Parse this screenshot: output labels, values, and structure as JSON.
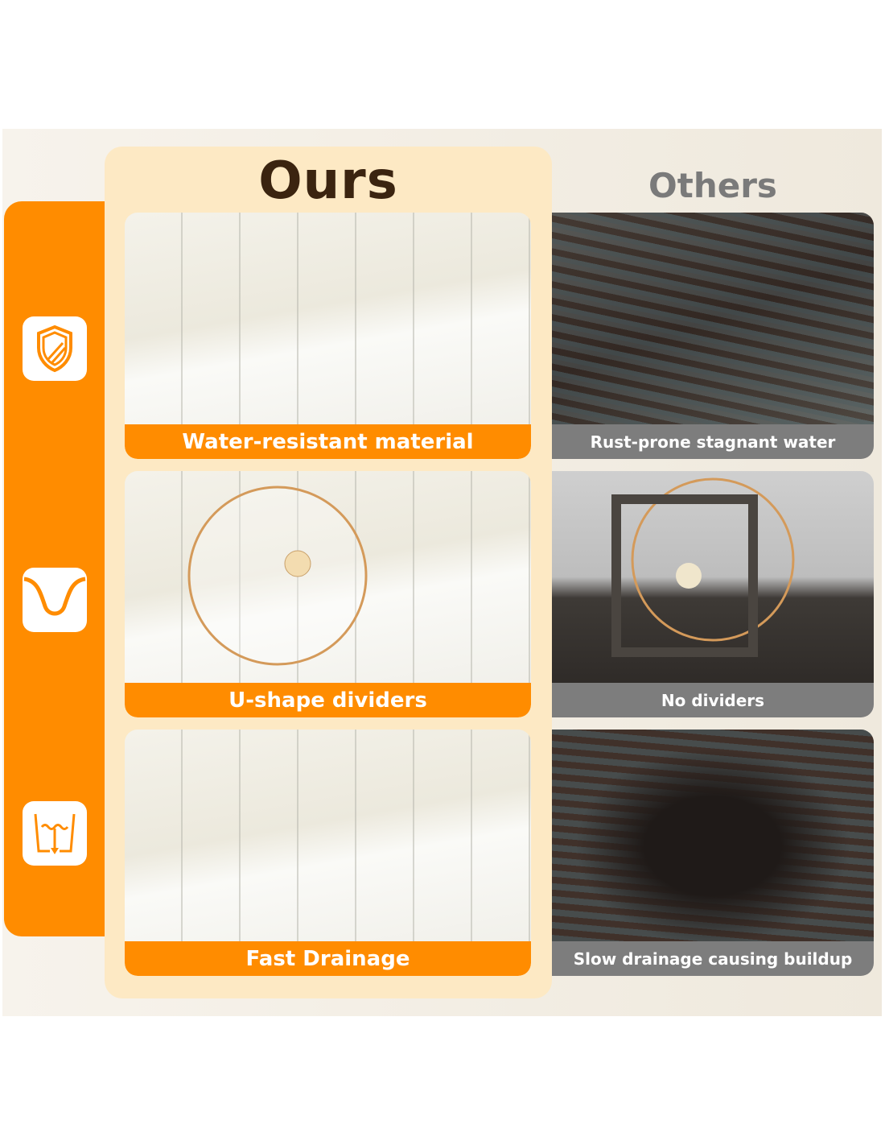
{
  "headings": {
    "ours": "Ours",
    "others": "Others"
  },
  "colors": {
    "accent": "#ff8c00",
    "ours_bg": "#fde9c4",
    "heading": "#3b2410",
    "others_band": "#7d7d7d"
  },
  "features": [
    {
      "icon": "shield-icon",
      "ours": "Water-resistant material",
      "others": "Rust-prone stagnant water"
    },
    {
      "icon": "u-shape-icon",
      "ours": "U-shape dividers",
      "others": "No dividers"
    },
    {
      "icon": "drainage-basin-icon",
      "ours": "Fast Drainage",
      "others": "Slow drainage causing buildup"
    }
  ]
}
